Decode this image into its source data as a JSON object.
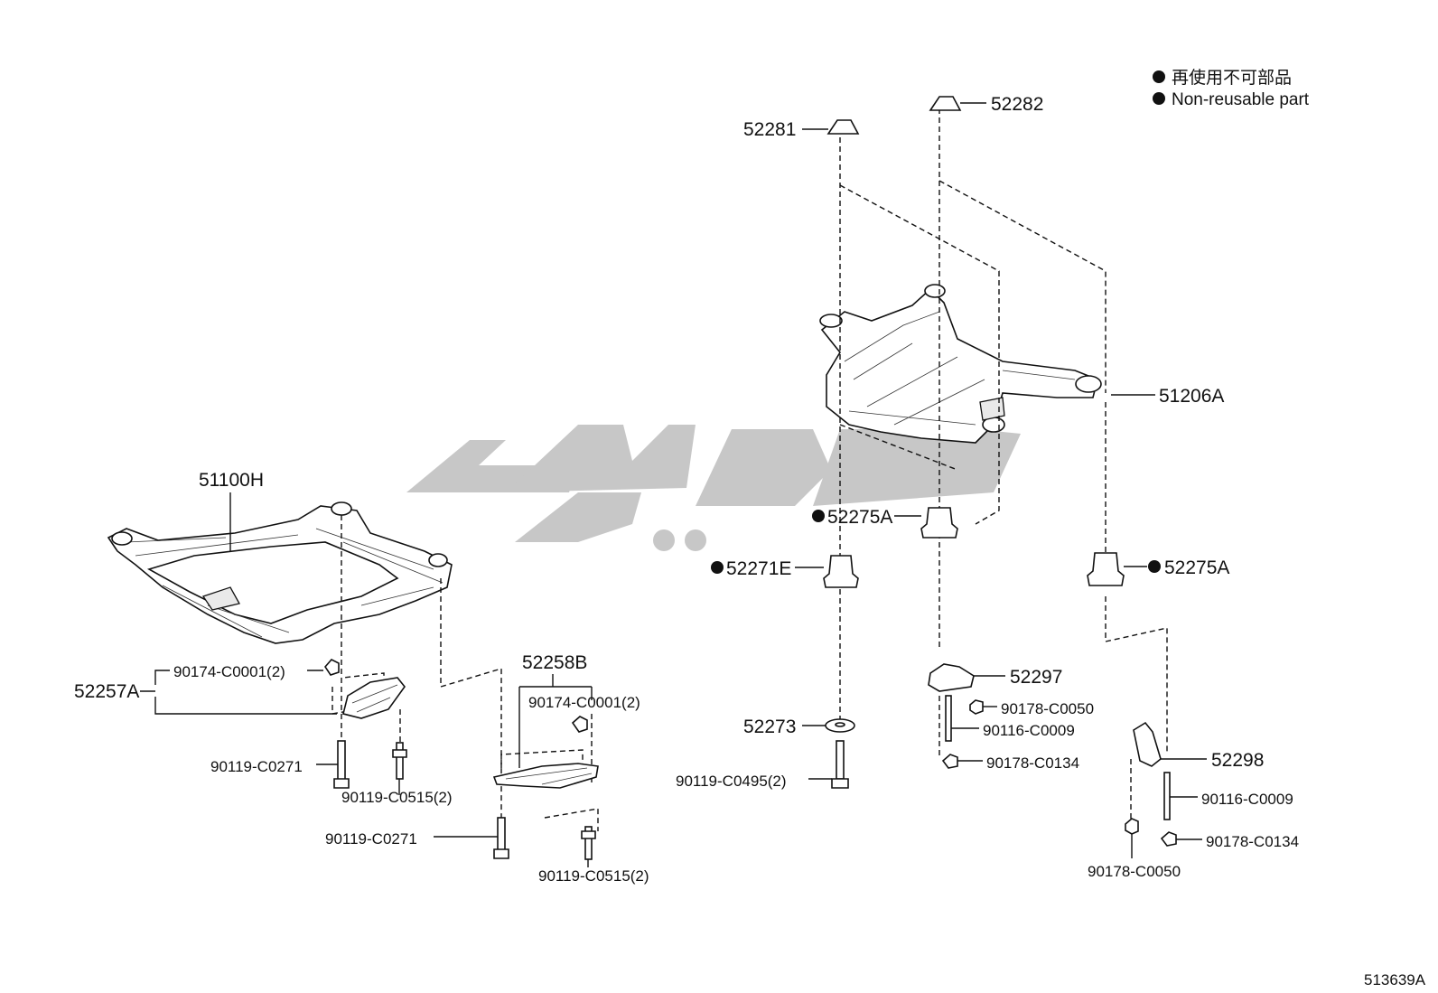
{
  "legend": {
    "line1": "再使用不可部品",
    "line2": "Non-reusable part"
  },
  "diagram_id": "513639A",
  "parts": {
    "p52281": "52281",
    "p52282": "52282",
    "p51206A": "51206A",
    "p52275A_1": "52275A",
    "p52271E": "52271E",
    "p52275A_2": "52275A",
    "p52297": "52297",
    "p90178_C0050_a": "90178-C0050",
    "p90116_C0009_a": "90116-C0009",
    "p90178_C0134_a": "90178-C0134",
    "p52273": "52273",
    "p90119_C0495": "90119-C0495(2)",
    "p52298": "52298",
    "p90116_C0009_b": "90116-C0009",
    "p90178_C0134_b": "90178-C0134",
    "p90178_C0050_b": "90178-C0050",
    "p51100H": "51100H",
    "p52257A": "52257A",
    "p90174_C0001_a": "90174-C0001(2)",
    "p90119_C0271_a": "90119-C0271",
    "p90119_C0515_a": "90119-C0515(2)",
    "p52258B": "52258B",
    "p90174_C0001_b": "90174-C0001(2)",
    "p90119_C0271_b": "90119-C0271",
    "p90119_C0515_b": "90119-C0515(2)"
  },
  "colors": {
    "line": "#111111",
    "watermark": "#c7c7c7"
  }
}
